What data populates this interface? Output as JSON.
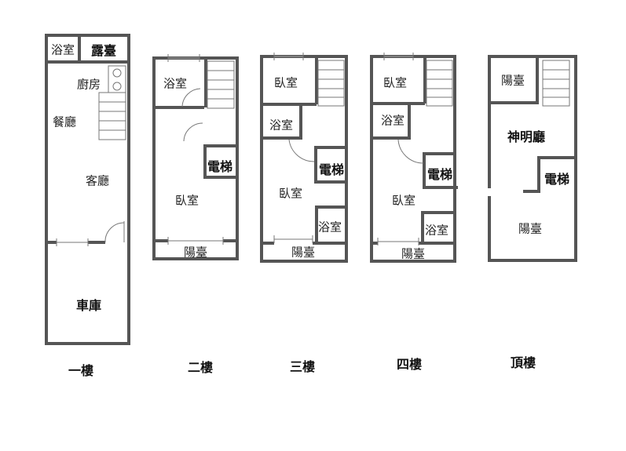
{
  "floors": [
    {
      "name": "一樓",
      "rooms": {
        "bath": "浴室",
        "terrace": "露臺",
        "kitchen": "廚房",
        "dining": "餐廳",
        "living": "客廳",
        "garage": "車庫"
      }
    },
    {
      "name": "二樓",
      "rooms": {
        "bath": "浴室",
        "elevator": "電梯",
        "bedroom": "臥室",
        "balcony": "陽臺"
      }
    },
    {
      "name": "三樓",
      "rooms": {
        "bedroom_top": "臥室",
        "bath_top": "浴室",
        "elevator": "電梯",
        "bedroom": "臥室",
        "bath_bottom": "浴室",
        "balcony": "陽臺"
      }
    },
    {
      "name": "四樓",
      "rooms": {
        "bedroom_top": "臥室",
        "bath_top": "浴室",
        "elevator": "電梯",
        "bedroom": "臥室",
        "bath_bottom": "浴室",
        "balcony": "陽臺"
      }
    },
    {
      "name": "頂樓",
      "rooms": {
        "balcony_top": "陽臺",
        "shrine": "神明廳",
        "elevator": "電梯",
        "balcony": "陽臺"
      }
    }
  ]
}
